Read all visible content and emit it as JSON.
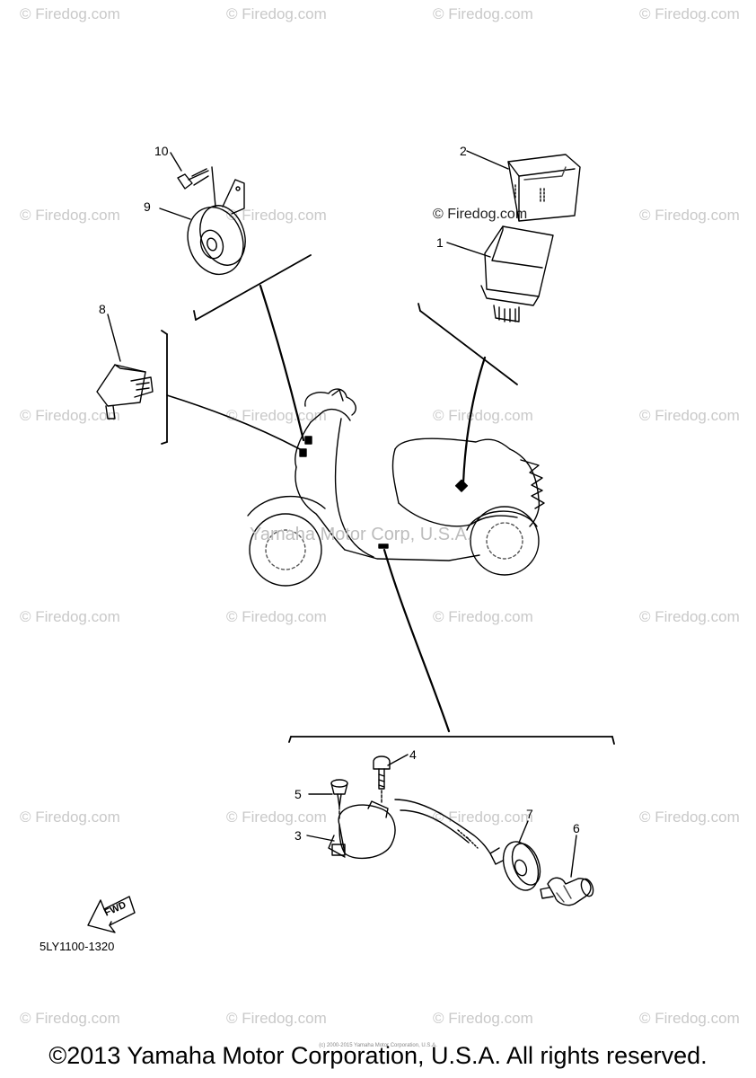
{
  "watermarks": {
    "text": "© Firedog.com"
  },
  "diagram_watermark": "© Firedog.com",
  "yamaha_watermark": "Yamaha Motor Corp, U.S.A.",
  "callouts": [
    {
      "id": "1",
      "label": "1"
    },
    {
      "id": "2",
      "label": "2"
    },
    {
      "id": "3",
      "label": "3"
    },
    {
      "id": "4",
      "label": "4"
    },
    {
      "id": "5",
      "label": "5"
    },
    {
      "id": "6",
      "label": "6"
    },
    {
      "id": "7",
      "label": "7"
    },
    {
      "id": "8",
      "label": "8"
    },
    {
      "id": "9",
      "label": "9"
    },
    {
      "id": "10",
      "label": "10"
    }
  ],
  "fwd_label": "FWD",
  "diagram_code": "5LY1100-1320",
  "tiny_note": "(c) 2000-2015 Yamaha Motor Corporation, U.S.A.",
  "copyright": "©2013 Yamaha Motor Corporation, U.S.A. All rights reserved."
}
